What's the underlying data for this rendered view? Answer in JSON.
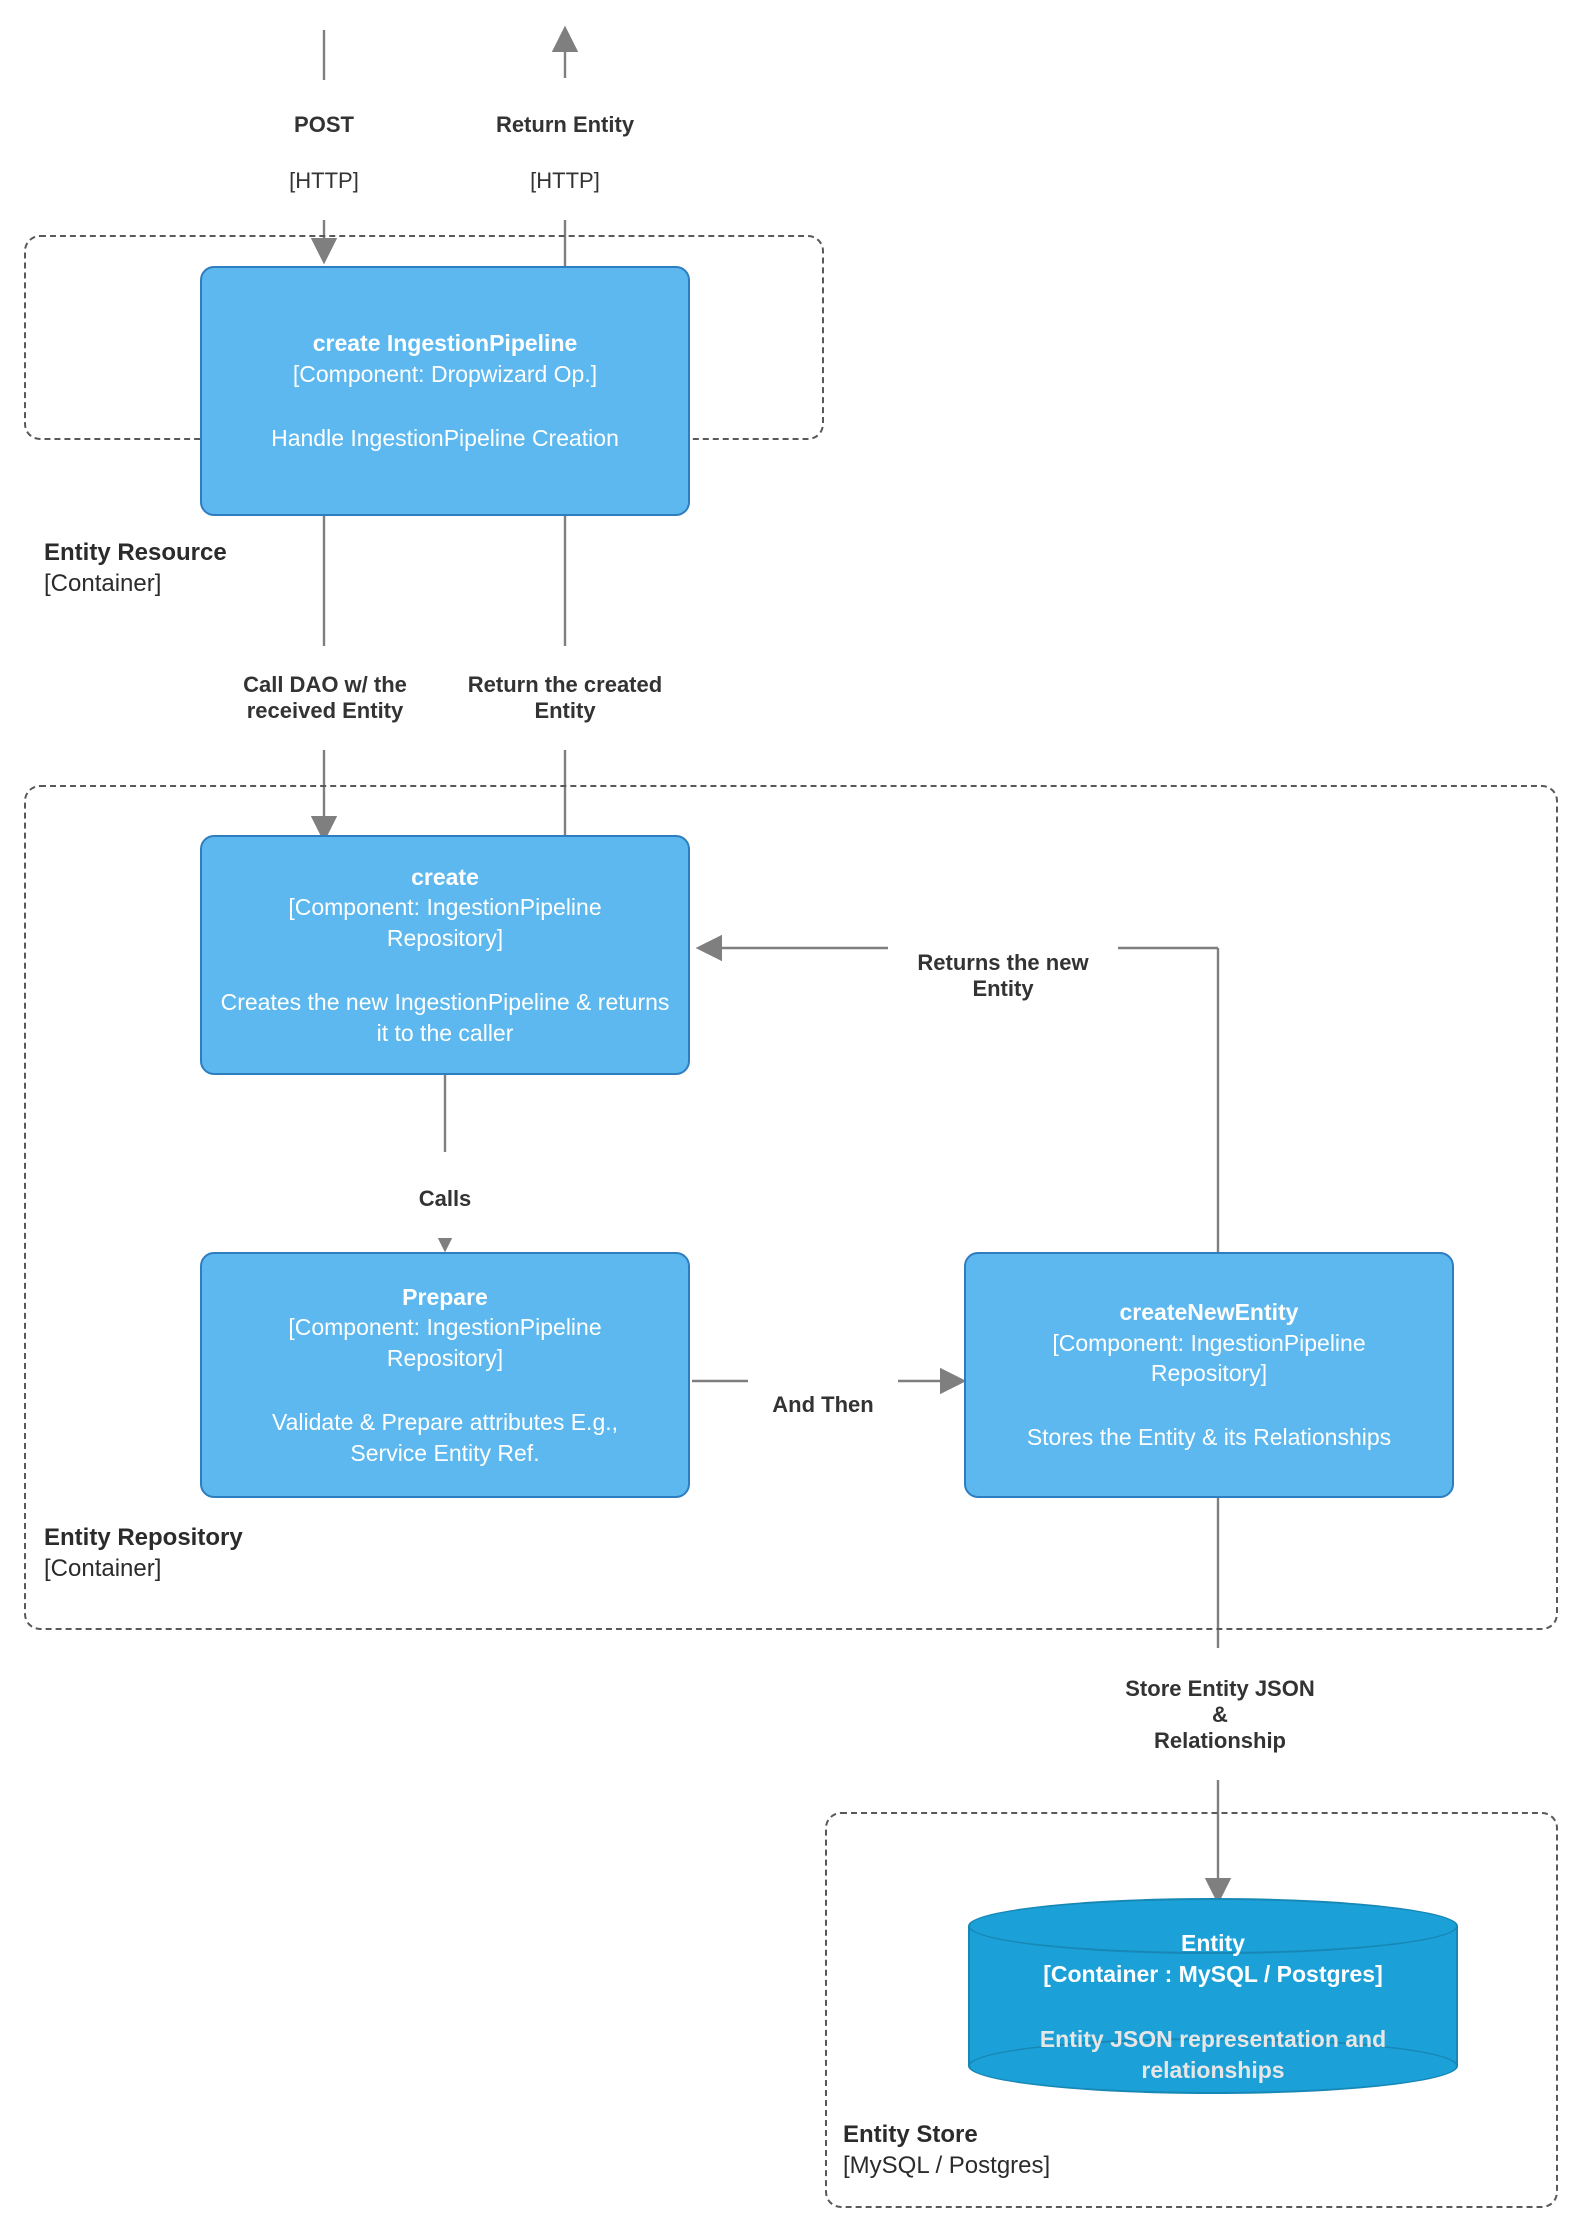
{
  "diagram": {
    "type": "c4-component-diagram",
    "colors": {
      "component_fill": "#5CB8EE",
      "component_border": "#2E7EBF",
      "database_fill": "#1BA0D7",
      "database_border": "#1787B5",
      "boundary_border": "#595959",
      "edge_stroke": "#7F7F7F",
      "text_dark": "#2B2B2B",
      "text_light": "#FFFFFF"
    }
  },
  "boundaries": [
    {
      "id": "entity-resource",
      "name": "Entity Resource",
      "tech": "[Container]"
    },
    {
      "id": "entity-repository",
      "name": "Entity Repository",
      "tech": "[Container]"
    },
    {
      "id": "entity-store",
      "name": "Entity Store",
      "tech": "[MySQL / Postgres]"
    }
  ],
  "components": [
    {
      "id": "create-ingestion-pipeline",
      "title": "create IngestionPipeline",
      "tech": "[Component: Dropwizard Op.]",
      "desc": "Handle IngestionPipeline Creation"
    },
    {
      "id": "create",
      "title": "create",
      "tech": "[Component: IngestionPipeline Repository]",
      "desc": "Creates the new IngestionPipeline & returns it to the caller"
    },
    {
      "id": "prepare",
      "title": "Prepare",
      "tech": "[Component: IngestionPipeline Repository]",
      "desc": "Validate & Prepare attributes E.g., Service Entity Ref."
    },
    {
      "id": "create-new-entity",
      "title": "createNewEntity",
      "tech": "[Component: IngestionPipeline Repository]",
      "desc": "Stores the Entity & its Relationships"
    }
  ],
  "database": {
    "id": "entity-db",
    "title": "Entity",
    "tech": "[Container : MySQL / Postgres]",
    "desc": "Entity JSON representation and relationships"
  },
  "edges": [
    {
      "id": "post",
      "label": "POST",
      "tech": "[HTTP]"
    },
    {
      "id": "return-entity",
      "label": "Return Entity",
      "tech": "[HTTP]"
    },
    {
      "id": "call-dao",
      "label": "Call DAO w/ the\nreceived Entity",
      "tech": ""
    },
    {
      "id": "return-created-entity",
      "label": "Return the created\nEntity",
      "tech": ""
    },
    {
      "id": "returns-new-entity",
      "label": "Returns the new\nEntity",
      "tech": ""
    },
    {
      "id": "calls",
      "label": "Calls",
      "tech": ""
    },
    {
      "id": "and-then",
      "label": "And Then",
      "tech": ""
    },
    {
      "id": "store-entity-json",
      "label": "Store Entity JSON\n&\nRelationship",
      "tech": ""
    }
  ]
}
